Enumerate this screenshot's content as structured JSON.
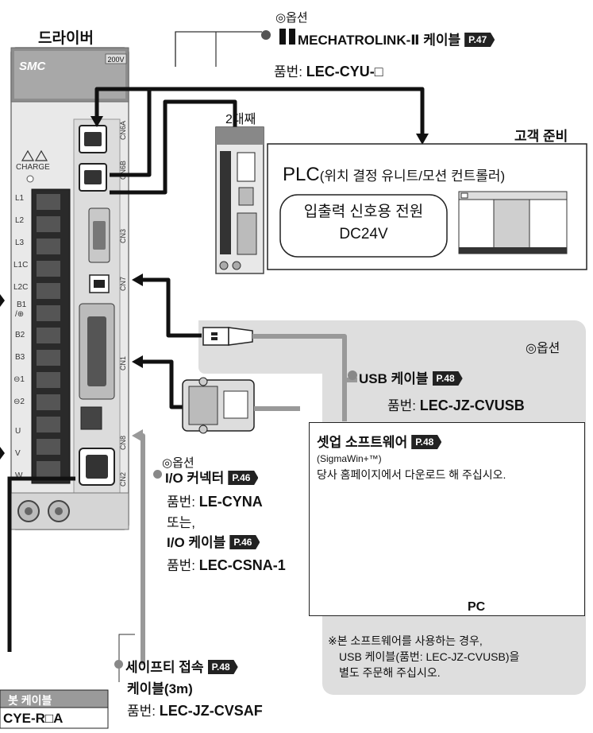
{
  "driver": {
    "title": "드라이버",
    "brand": "SMC",
    "voltage": "200V",
    "charge_label": "CHARGE",
    "terminals": [
      "L1",
      "L2",
      "L3",
      "L1C",
      "L2C",
      "B1",
      "/⊕",
      "B2",
      "B3",
      "⊖1",
      "⊖2",
      "U",
      "V",
      "W"
    ],
    "ports": [
      "CN6A",
      "CN6B",
      "CN3",
      "CN7",
      "CN1",
      "CN8",
      "CN2"
    ]
  },
  "mechatrolink": {
    "option": "◎옵션",
    "title": "MECHATROLINK-Ⅱ 케이블",
    "page": "P.47",
    "part_label": "품번:",
    "part": "LEC-CYU-□"
  },
  "second_unit": "2대째",
  "customer": {
    "title": "고객 준비",
    "plc_main": "PLC",
    "plc_sub": "(위치 결정 유니트/모션 컨트롤러)",
    "power_line1": "입출력 신호용 전원",
    "power_line2": "DC24V"
  },
  "option_panel": {
    "option": "◎옵션",
    "usb_title": "USB 케이블",
    "usb_page": "P.48",
    "usb_part_label": "품번:",
    "usb_part": "LEC-JZ-CVUSB",
    "setup_title": "셋업 소프트웨어",
    "setup_page": "P.48",
    "setup_name": "(SigmaWin+™)",
    "setup_note": "당사 홈페이지에서 다운로드 해 주십시오.",
    "pc_label": "PC",
    "footnote_line1": "※본 소프트웨어를 사용하는 경우,",
    "footnote_line2": "USB 케이블(품번: LEC-JZ-CVUSB)을",
    "footnote_line3": "별도 주문해 주십시오."
  },
  "io": {
    "option": "◎옵션",
    "connector_title": "I/O 커넥터",
    "connector_page": "P.46",
    "part_label": "품번:",
    "connector_part": "LE-CYNA",
    "or": "또는,",
    "cable_title": "I/O 케이블",
    "cable_page": "P.46",
    "cable_part": "LEC-CSNA-1"
  },
  "safety": {
    "title_line1": "세이프티 접속",
    "page": "P.48",
    "title_line2": "케이블(3m)",
    "part_label": "품번:",
    "part": "LEC-JZ-CVSAF"
  },
  "robot_cable": {
    "title": "봇 케이블",
    "part": "CYE-R□A"
  },
  "colors": {
    "panel_bg": "#dedede",
    "cable_gray": "#9a9a9a",
    "badge_bg": "#222222",
    "driver_body": "#e9e9e9"
  }
}
